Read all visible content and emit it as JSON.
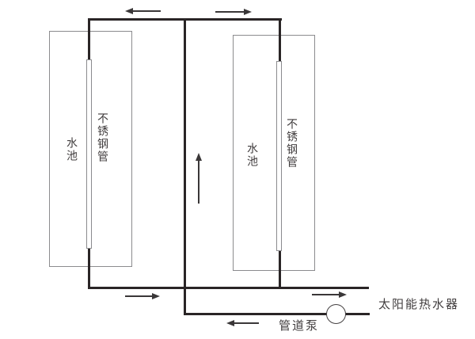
{
  "diagram": {
    "title_hint": "",
    "colors": {
      "pipe": "#2a2526",
      "tank_outline": "#8b8b8e",
      "arrow": "#3a3738",
      "text": "#413d3e",
      "background": "#ffffff"
    },
    "tanks": [
      {
        "pool_label": "水池",
        "pipe_label": "不锈钢管"
      },
      {
        "pool_label": "水池",
        "pipe_label": "不锈钢管"
      }
    ],
    "heater_label": "太阳能热水器",
    "pump_label": "管道泵",
    "flow_arrows": [
      {
        "id": "top-left",
        "direction": "left"
      },
      {
        "id": "top-right",
        "direction": "right"
      },
      {
        "id": "center-riser",
        "direction": "up"
      },
      {
        "id": "bottom-pipe-left",
        "direction": "right"
      },
      {
        "id": "bottom-pipe-right",
        "direction": "right"
      },
      {
        "id": "return-line",
        "direction": "left"
      }
    ]
  }
}
